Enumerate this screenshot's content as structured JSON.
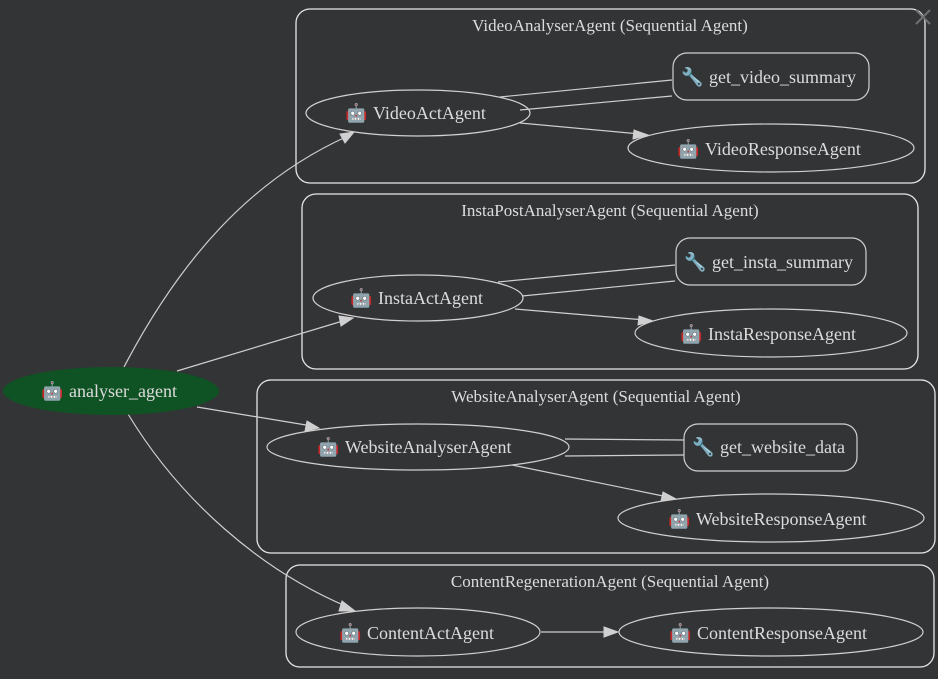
{
  "diagram": {
    "root": {
      "label": "analyser_agent",
      "icon": "robot-icon",
      "fill": "#0f5223"
    },
    "clusters": [
      {
        "title": "VideoAnalyserAgent (Sequential Agent)",
        "act": "VideoActAgent",
        "tool": "get_video_summary",
        "response": "VideoResponseAgent"
      },
      {
        "title": "InstaPostAnalyserAgent (Sequential Agent)",
        "act": "InstaActAgent",
        "tool": "get_insta_summary",
        "response": "InstaResponseAgent"
      },
      {
        "title": "WebsiteAnalyserAgent (Sequential Agent)",
        "act": "WebsiteAnalyserAgent",
        "tool": "get_website_data",
        "response": "WebsiteResponseAgent"
      },
      {
        "title": "ContentRegenerationAgent (Sequential Agent)",
        "act": "ContentActAgent",
        "response": "ContentResponseAgent"
      }
    ],
    "icons": {
      "agent": "🤖",
      "tool": "🔧"
    }
  },
  "close_button": {
    "icon": "close-icon",
    "label": "×"
  }
}
